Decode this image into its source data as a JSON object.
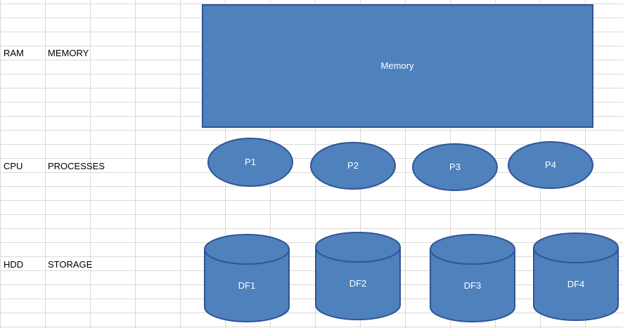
{
  "rows": [
    {
      "tag": "RAM",
      "label": "MEMORY"
    },
    {
      "tag": "CPU",
      "label": "PROCESSES"
    },
    {
      "tag": "HDD",
      "label": "STORAGE"
    }
  ],
  "memory": {
    "label": "Memory"
  },
  "processes": [
    "P1",
    "P2",
    "P3",
    "P4"
  ],
  "storage": [
    "DF1",
    "DF2",
    "DF3",
    "DF4"
  ],
  "colors": {
    "fill": "#4f81bd",
    "stroke": "#2f5597",
    "text": "#ffffff",
    "gridline": "#d9d9d9"
  }
}
